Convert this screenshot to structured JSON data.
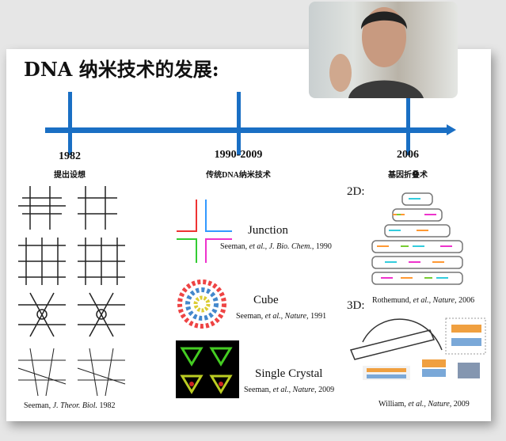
{
  "slide": {
    "title": "DNA 纳米技术的发展:",
    "timeline": [
      {
        "year": "1982",
        "subtitle": "提出设想"
      },
      {
        "year": "1990-2009",
        "subtitle": "传统DNA纳米技术"
      },
      {
        "year": "2006",
        "subtitle": "基因折叠术"
      }
    ],
    "left": {
      "cite_author": "Seeman,",
      "cite_journal": "J. Theor. Biol.",
      "cite_year": "1982"
    },
    "middle": [
      {
        "label": "Junction",
        "author": "Seeman,",
        "etal": "et al.,",
        "journal": "J. Bio. Chem.",
        "year": ", 1990"
      },
      {
        "label": "Cube",
        "author": "Seeman,",
        "etal": "et al.,",
        "journal": "Nature",
        "year": ", 1991"
      },
      {
        "label": "Single Crystal",
        "author": "Seeman,",
        "etal": "et al.,",
        "journal": "Nature",
        "year": ", 2009"
      }
    ],
    "right": [
      {
        "label": "2D:",
        "author": "Rothemund,",
        "etal": "et al.,",
        "journal": "Nature",
        "year": ", 2006"
      },
      {
        "label": "3D:",
        "author": "William,",
        "etal": "et al.,",
        "journal": "Nature",
        "year": ", 2009"
      }
    ]
  },
  "colors": {
    "accent": "#1a6fc4"
  }
}
